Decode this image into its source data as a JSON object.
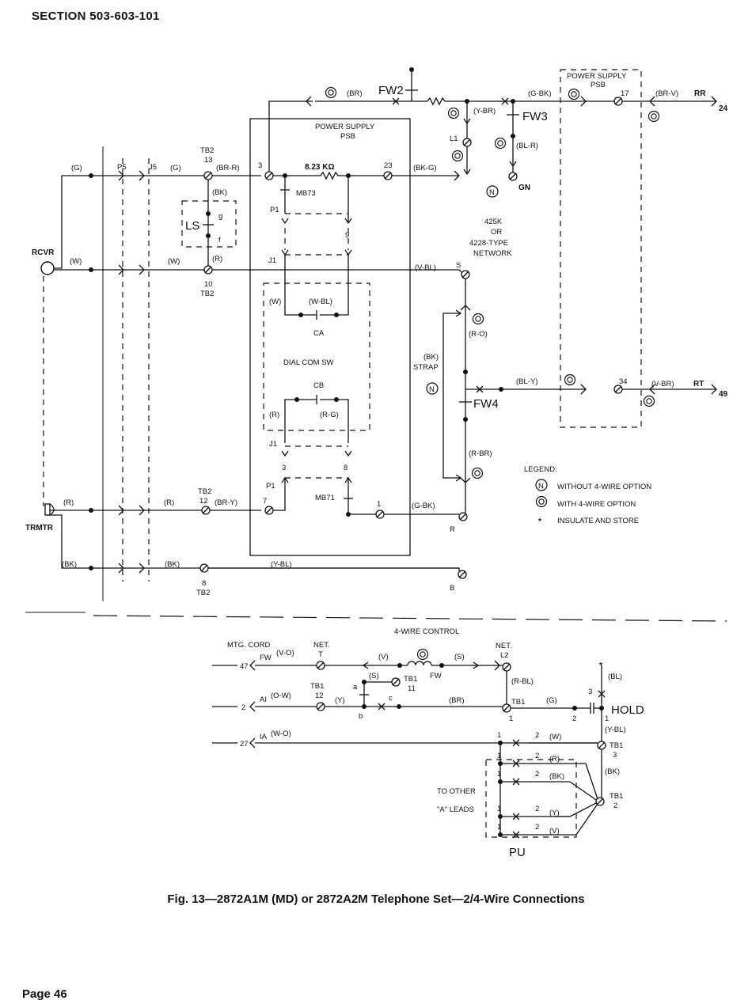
{
  "header": "SECTION 503-603-101",
  "caption": "Fig. 13—2872A1M (MD) or 2872A2M Telephone Set—2/4-Wire Connections",
  "page": "Page 46",
  "upper": {
    "rcvr": "RCVR",
    "trmtr": "TRMTR",
    "p5": "P5",
    "j5": "J5",
    "g_left": "(G)",
    "g_mid": "(G)",
    "w_left": "(W)",
    "w_mid": "(W)",
    "r_left": "(R)",
    "r_mid": "(R)",
    "bk_left": "(BK)",
    "bk_mid": "(BK)",
    "tb2": "TB2",
    "t13": "13",
    "t10": "10",
    "t12": "12",
    "t8": "8",
    "br_r": "(BR-R)",
    "br_y": "(BR-Y)",
    "bk_ls": "(BK)",
    "r_ls": "(R)",
    "ls": "LS",
    "g_small": "g",
    "f_small": "f",
    "n3": "3",
    "n7": "7",
    "res_val": "8.23 KΩ",
    "n23": "23",
    "bk_g": "(BK-G)",
    "mb7_3": "MB73",
    "mb7_1": "MB71",
    "p1_top": "P1",
    "p1_bot": "P1",
    "j1_top": "J1",
    "j1_bot": "J1",
    "n9": "9",
    "n3b": "3",
    "n8": "8",
    "n1": "1",
    "w_ca": "(W)",
    "w_bl": "(W-BL)",
    "ca": "CA",
    "dial": "DIAL COM SW",
    "cb": "CB",
    "r_cb": "(R)",
    "r_g": "(R-G)",
    "ps_inner": "POWER SUPPLY",
    "psb_inner": "PSB",
    "ps_right": "POWER SUPPLY",
    "psb_right": "PSB",
    "o_br": "(BR)",
    "fw2": "FW2",
    "y_br": "(Y-BR)",
    "fw3": "FW3",
    "g_bk_top": "(G-BK)",
    "n17": "17",
    "br_v": "(BR-V)",
    "rr": "RR",
    "n24": "24",
    "l1": "L1",
    "bl_r": "(BL-R)",
    "gn": "GN",
    "net_l1": "425K",
    "net_l2": "OR",
    "net_l3": "4228-TYPE",
    "net_l4": "NETWORK",
    "v_bl": "(V-BL)",
    "s": "S",
    "r_o": "(R-O)",
    "bk_strap1": "(BK)",
    "bk_strap2": "STRAP",
    "bl_y": "(BL-Y)",
    "fw4": "FW4",
    "n34": "34",
    "v_br": "(V-BR)",
    "rt": "RT",
    "n49": "49",
    "r_br": "(R-BR)",
    "g_bk_bot": "(G-BK)",
    "r_term": "R",
    "y_bl": "(Y-BL)",
    "b_term": "B",
    "n_sym": "N",
    "o_sym": "O"
  },
  "legend": {
    "title": "LEGEND:",
    "n_text": "WITHOUT 4-WIRE OPTION",
    "o_text": "WITH 4-WIRE OPTION",
    "star": "*",
    "star_text": "INSULATE AND STORE"
  },
  "lower": {
    "title": "4-WIRE CONTROL",
    "mtg1": "MTG. CORD",
    "fw": "FW",
    "v_o": "(V-O)",
    "n47": "47",
    "net1": "NET.",
    "t": "T",
    "v": "(V)",
    "fw_coil": "FW",
    "s_paren": "(S)",
    "net2": "NET.",
    "l2": "L2",
    "s_paren2": "(S)",
    "tb1_11a": "TB1",
    "tb1_11b": "11",
    "a": "a",
    "tb1_12a": "TB1",
    "tb1_12b": "12",
    "ai": "AI",
    "o_w": "(O-W)",
    "n2": "2",
    "y": "(Y)",
    "b": "b",
    "c": "c",
    "br": "(BR)",
    "r_bl": "(R-BL)",
    "tb1_1a": "TB1",
    "tb1_1b": "1",
    "g": "(G)",
    "n2b": "2",
    "n3c": "3",
    "hold": "HOLD",
    "star": "*",
    "bl": "(BL)",
    "y_bl": "(Y-BL)",
    "ia": "IA",
    "w_o": "(W-O)",
    "n27": "27",
    "tb1_3a": "TB1",
    "tb1_3b": "3",
    "bk": "(BK)",
    "tb1_2a": "TB1",
    "tb1_2b": "2",
    "to_other": "TO OTHER",
    "a_leads": "\"A\" LEADS",
    "pu": "PU",
    "one": "1",
    "two": "2",
    "w_lead": "(W)",
    "r_lead": "(R)",
    "bk_lead": "(BK)",
    "y_lead": "(Y)",
    "v_lead": "(V)"
  }
}
